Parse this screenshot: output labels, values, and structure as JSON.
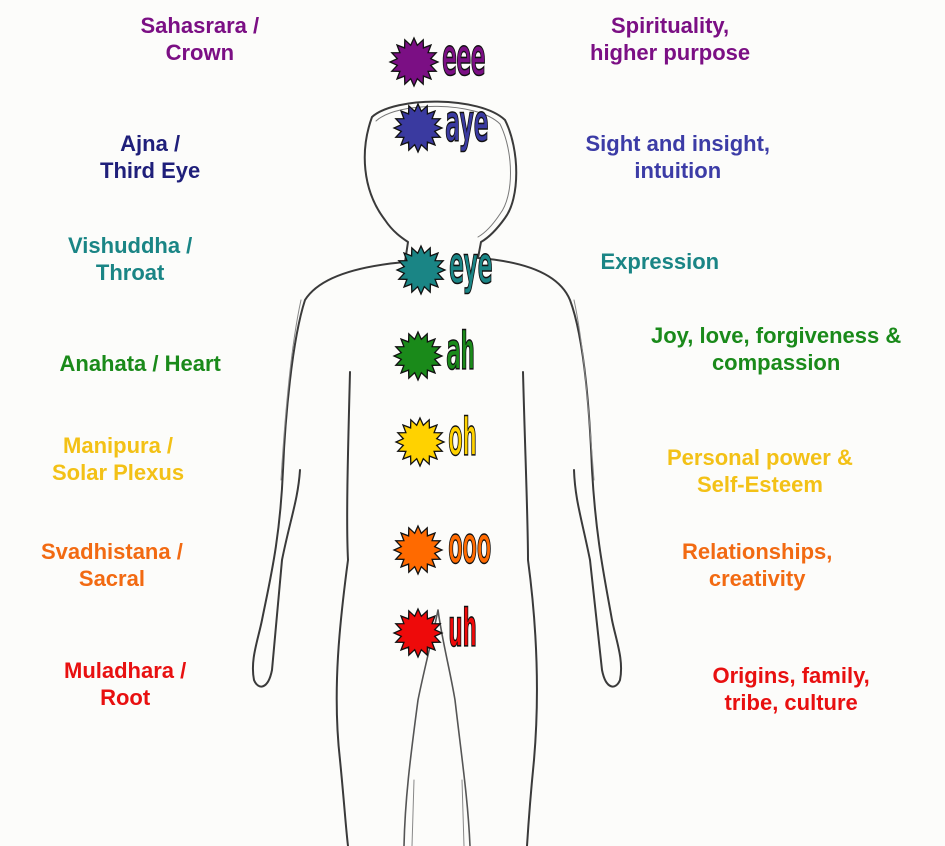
{
  "chakras": [
    {
      "id": "crown",
      "name_lines": [
        "Sahasrara /",
        "Crown"
      ],
      "sound": "eee",
      "meaning_lines": [
        "Spirituality,",
        "higher purpose"
      ],
      "color": "#7b0f84"
    },
    {
      "id": "third-eye",
      "name_lines": [
        "Ajna /",
        "Third Eye"
      ],
      "sound": "aye",
      "meaning_lines": [
        "Sight and insight,",
        "intuition"
      ],
      "color": "#1f1f7a",
      "meaning_color": "#3c3ca6",
      "symbol_color": "#3a3aa0"
    },
    {
      "id": "throat",
      "name_lines": [
        "Vishuddha /",
        "Throat"
      ],
      "sound": "eye",
      "meaning_lines": [
        "Expression"
      ],
      "color": "#1a8585"
    },
    {
      "id": "heart",
      "name_lines": [
        "Anahata / Heart"
      ],
      "sound": "ah",
      "meaning_lines": [
        "Joy, love, forgiveness &",
        "compassion"
      ],
      "color": "#1a8a1a"
    },
    {
      "id": "solar-plexus",
      "name_lines": [
        "Manipura /",
        "Solar Plexus"
      ],
      "sound": "oh",
      "meaning_lines": [
        "Personal power &",
        "Self-Esteem"
      ],
      "color": "#f3c116",
      "symbol_color": "#ffd200"
    },
    {
      "id": "sacral",
      "name_lines": [
        "Svadhistana /",
        "Sacral"
      ],
      "sound": "ooo",
      "meaning_lines": [
        "Relationships,",
        "creativity"
      ],
      "color": "#f26a12",
      "symbol_color": "#ff6a00"
    },
    {
      "id": "root",
      "name_lines": [
        "Muladhara /",
        "Root"
      ],
      "sound": "uh",
      "meaning_lines": [
        "Origins, family,",
        "tribe, culture"
      ],
      "color": "#e81010",
      "symbol_color": "#ee0a0a"
    }
  ]
}
